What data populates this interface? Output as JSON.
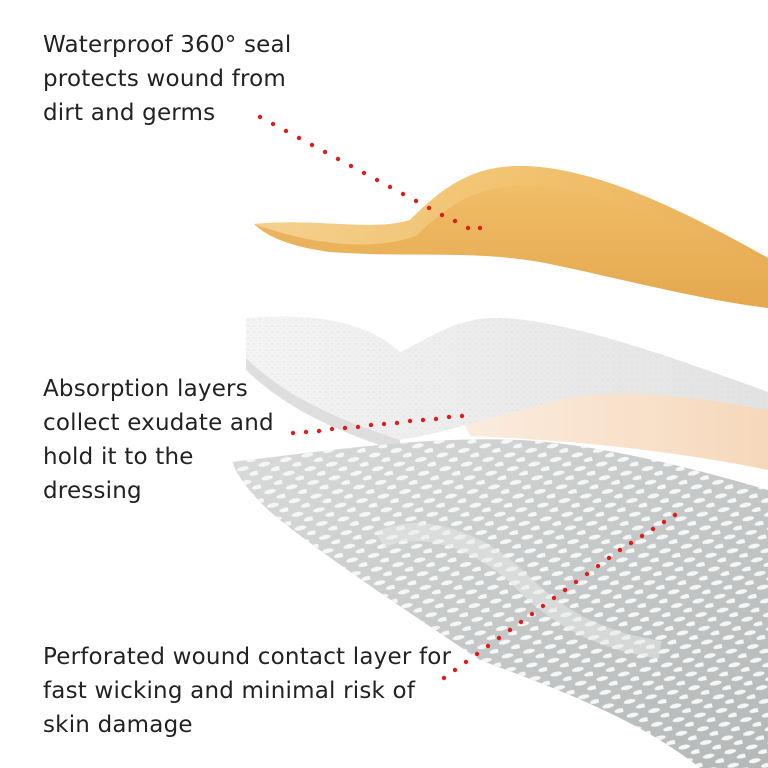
{
  "colors": {
    "seal_layer": "#ecb55b",
    "absorption_layer": "#eeeeee",
    "contact_layer": "#c6c8c8",
    "leader_dots": "#e01b1b",
    "text": "#222222"
  },
  "callouts": {
    "seal": {
      "lines": [
        "Waterproof 360° seal",
        "protects wound from",
        "dirt and germs"
      ]
    },
    "absorption": {
      "lines": [
        "Absorption layers",
        "collect exudate and",
        "hold it to the",
        "dressing"
      ]
    },
    "contact": {
      "lines": [
        "Perforated wound contact layer for",
        "fast wicking and minimal risk of",
        "skin damage"
      ]
    }
  }
}
